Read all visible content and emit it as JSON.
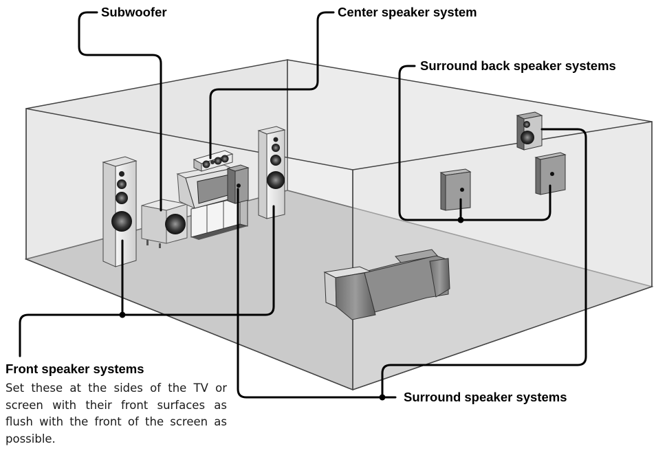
{
  "labels": {
    "subwoofer": "Subwoofer",
    "center": "Center speaker system",
    "surround_back": "Surround back speaker systems",
    "front": "Front speaker systems",
    "surround": "Surround speaker systems"
  },
  "front_description": "Set these at the sides of the TV or screen with their front surfaces as flush with the front of the screen as possible.",
  "colors": {
    "room_wall": "#e3e3e3",
    "room_floor": "#bdbdbd",
    "speaker_light": "#f0f0f0",
    "speaker_dark": "#8a8a8a",
    "leader_line": "#000000"
  }
}
